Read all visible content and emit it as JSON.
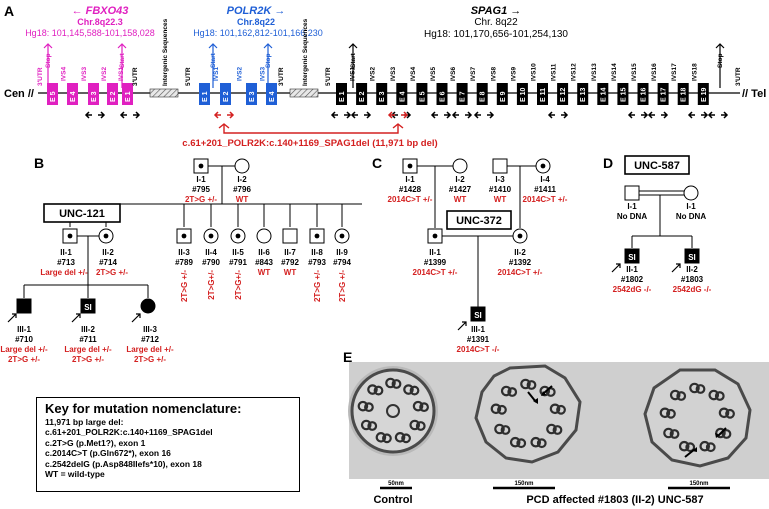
{
  "panel_labels": {
    "A": "A",
    "B": "B",
    "C": "C",
    "D": "D",
    "E": "E"
  },
  "genes": {
    "fbxo43": {
      "name": "FBXO43",
      "arrow": "←",
      "locus": "Chr.8q22.3",
      "coords": "Hg18: 101,145,588-101,158,028",
      "color": "#e020c0"
    },
    "polr2k": {
      "name": "POLR2K",
      "arrow": "→",
      "locus": "Chr.8q22",
      "coords": "Hg18: 101,162,812-101,166,230",
      "color": "#1f5fd6"
    },
    "spag1": {
      "name": "SPAG1",
      "arrow": "→",
      "locus": "Chr. 8q22",
      "coords": "Hg18: 101,170,656-101,254,130",
      "color": "#000000"
    }
  },
  "gene_map": {
    "cen": "Cen //",
    "tel": "// Tel",
    "fbxo43_exons": [
      "E 5",
      "E 4",
      "E 3",
      "E 2",
      "E 1"
    ],
    "fbxo43_introns": [
      "IVS4",
      "IVS3",
      "IVS2",
      "IVS1"
    ],
    "fbxo43_utr3": "3'UTR",
    "fbxo43_utr3b": "3'UTR",
    "stop": "Stop",
    "start": "Start",
    "intergenic": "Intergenic Sequences",
    "polr2k_exons": [
      "E 1",
      "E 2",
      "E 3",
      "E 4"
    ],
    "polr2k_introns": [
      "IVS1",
      "IVS2",
      "IVS3"
    ],
    "utr5": "5'UTR",
    "utr3": "3'UTR",
    "spag1_exons": [
      "E 1",
      "E 2",
      "E 3",
      "E 4",
      "E 5",
      "E 6",
      "E 7",
      "E 8",
      "E 9",
      "E 10",
      "E 11",
      "E 12",
      "E 13",
      "E 14",
      "E 15",
      "E 16",
      "E 17",
      "E 18",
      "E 19"
    ],
    "spag1_introns": [
      "IVS1",
      "IVS2",
      "IVS3",
      "IVS4",
      "IVS5",
      "IVS6",
      "IVS7",
      "IVS8",
      "IVS9",
      "IVS10",
      "IVS11",
      "IVS12",
      "IVS13",
      "IVS14",
      "IVS15",
      "IVS16",
      "IVS17",
      "IVS18"
    ],
    "deletion_label": "c.61+201_POLR2K:c.140+1169_SPAG1del (11,971 bp del)"
  },
  "pedigree_B": {
    "family": "UNC-121",
    "I1": {
      "id": "I-1",
      "num": "#795",
      "geno": "2T>G +/-"
    },
    "I2": {
      "id": "I-2",
      "num": "#796",
      "geno": "WT"
    },
    "II1": {
      "id": "II-1",
      "num": "#713",
      "geno": "Large del +/-"
    },
    "II2": {
      "id": "II-2",
      "num": "#714",
      "geno": "2T>G +/-"
    },
    "sibs": [
      {
        "id": "II-3",
        "num": "#789",
        "geno": "2T>G +/-"
      },
      {
        "id": "II-4",
        "num": "#790",
        "geno": "2T>G+/-"
      },
      {
        "id": "II-5",
        "num": "#791",
        "geno": "2T>G+/-"
      },
      {
        "id": "II-6",
        "num": "#843",
        "geno": "WT"
      },
      {
        "id": "II-7",
        "num": "#792",
        "geno": "WT"
      },
      {
        "id": "II-8",
        "num": "#793",
        "geno": "2T>G +/-"
      },
      {
        "id": "II-9",
        "num": "#794",
        "geno": "2T>G +/-"
      }
    ],
    "kids": [
      {
        "id": "III-1",
        "num": "#710",
        "geno1": "Large del +/-",
        "geno2": "2T>G +/-"
      },
      {
        "id": "III-2",
        "num": "#711",
        "geno1": "Large del +/-",
        "geno2": "2T>G +/-",
        "mark": "SI"
      },
      {
        "id": "III-3",
        "num": "#712",
        "geno1": "Large del +/-",
        "geno2": "2T>G +/-"
      }
    ]
  },
  "pedigree_C": {
    "family": "UNC-372",
    "I1": {
      "id": "I-1",
      "num": "#1428",
      "geno": "2014C>T +/-"
    },
    "I2": {
      "id": "I-2",
      "num": "#1427",
      "geno": "WT"
    },
    "I3": {
      "id": "I-3",
      "num": "#1410",
      "geno": "WT"
    },
    "I4": {
      "id": "I-4",
      "num": "#1411",
      "geno": "2014C>T +/-"
    },
    "II1": {
      "id": "II-1",
      "num": "#1399",
      "geno": "2014C>T +/-"
    },
    "II2": {
      "id": "II-2",
      "num": "#1392",
      "geno": "2014C>T +/-"
    },
    "III1": {
      "id": "III-1",
      "num": "#1391",
      "geno": "2014C>T -/-",
      "mark": "SI"
    }
  },
  "pedigree_D": {
    "family": "UNC-587",
    "I1": {
      "id": "I-1",
      "note": "No DNA"
    },
    "I2": {
      "id": "I-1",
      "note": "No DNA"
    },
    "II1": {
      "id": "II-1",
      "num": "#1802",
      "geno": "2542dG -/-",
      "mark": "SI"
    },
    "II2": {
      "id": "II-2",
      "num": "#1803",
      "geno": "2542dG -/-",
      "mark": "SI"
    }
  },
  "key": {
    "title": "Key for mutation nomenclature:",
    "lines": [
      "11,971 bp large del:",
      "c.61+201_POLR2K:c.140+1169_SPAG1del",
      "c.2T>G (p.Met1?), exon 1",
      "c.2014C>T (p.Gln672*), exon 16",
      "c.2542delG (p.Asp848Ilefs*10), exon 18",
      "WT = wild-type"
    ]
  },
  "panel_E": {
    "scale1": "50nm",
    "scale2": "150nm",
    "scale3": "150nm",
    "caption_control": "Control",
    "caption_pcd": "PCD affected #1803 (II-2) UNC-587"
  }
}
